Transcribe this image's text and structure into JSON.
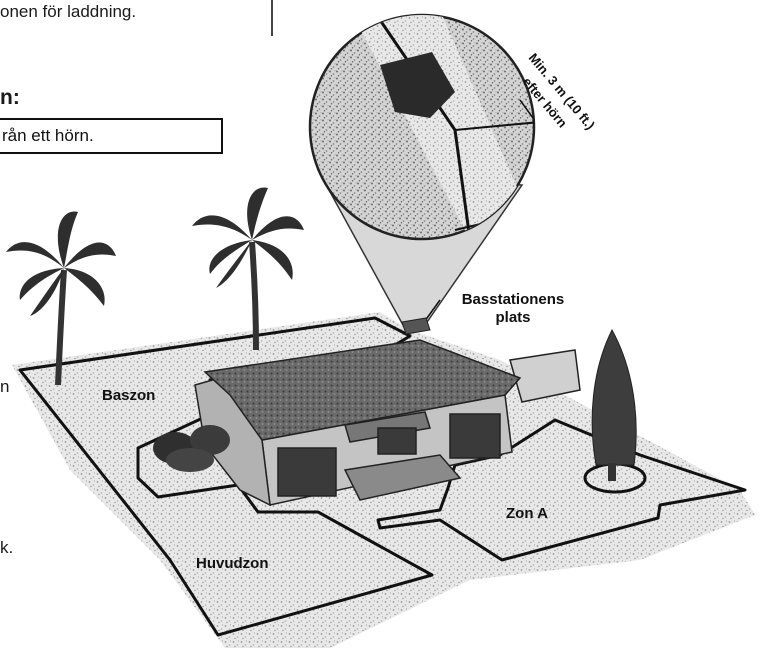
{
  "text": {
    "top_fragment": "onen för laddning.",
    "heading_fragment": "n:",
    "boxed_fragment": "rån ett hörn.",
    "side_fragment_n": "n",
    "side_fragment_k": "k."
  },
  "diagram": {
    "callout_line1": "Min. 3 m (10 ft.)",
    "callout_line2": "efter hörn",
    "base_station_line1": "Basstationens",
    "base_station_line2": "plats",
    "zone_base": "Baszon",
    "zone_main": "Huvudzon",
    "zone_a": "Zon A"
  }
}
